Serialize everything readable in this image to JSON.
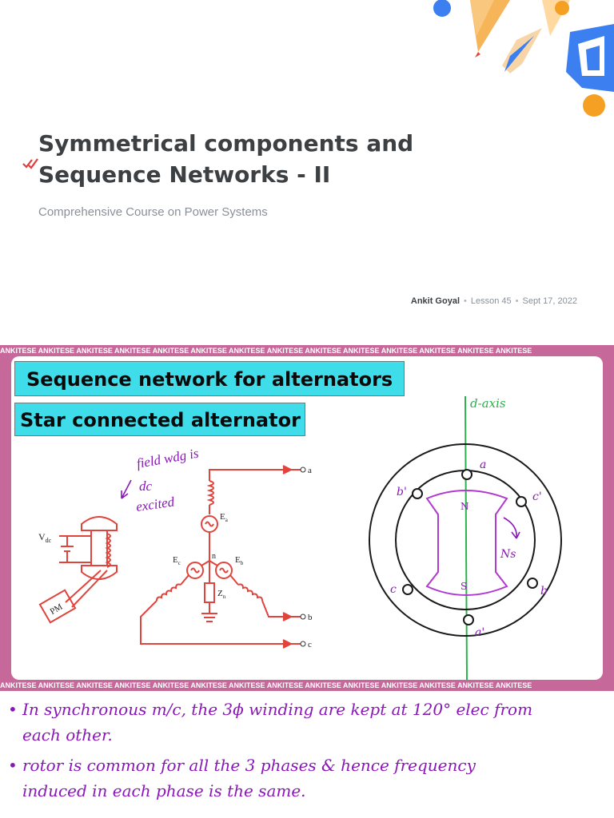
{
  "header": {
    "title_line1": "Symmetrical components and",
    "title_line2": "Sequence Networks - II",
    "subtitle": "Comprehensive Course on Power Systems",
    "author": "Ankit Goyal",
    "lesson": "Lesson 45",
    "date": "Sept 17, 2022",
    "separator": "•"
  },
  "slide": {
    "watermark": "ANKITESE ANKITESE ANKITESE ANKITESE ANKITESE ANKITESE ANKITESE ANKITESE ANKITESE ANKITESE ANKITESE ANKITESE ANKITESE ANKITESE",
    "heading1": "Sequence network for alternators",
    "heading2": "Star connected alternator",
    "left_diagram": {
      "handwritten": [
        "field wdg is",
        "dc",
        "excited"
      ],
      "labels": {
        "vdc": "V",
        "vdc_sub": "dc",
        "pm": "PM",
        "ea": "E",
        "ea_sub": "a",
        "eb": "E",
        "eb_sub": "b",
        "ec": "E",
        "ec_sub": "c",
        "n": "n",
        "zn": "Z",
        "zn_sub": "n",
        "a": "a",
        "b": "b",
        "c": "c"
      }
    },
    "right_diagram": {
      "axis_label": "d-axis",
      "terminals": [
        "a",
        "b'",
        "c'",
        "c",
        "b",
        "a'"
      ],
      "poles": [
        "N",
        "S"
      ],
      "speed": "Ns"
    }
  },
  "notes": [
    "In synchronous m/c, the 3ϕ winding are kept at 120° elec from",
    "each other.",
    "rotor is common for all the 3 phases & hence frequency",
    "induced in each phase is the same."
  ],
  "colors": {
    "title": "#3c4043",
    "subtitle": "#8a9099",
    "watermark_band": "#c7689b",
    "heading_bg": "#3fdcea",
    "circuit": "#e0443c",
    "ink": "#8a17b8",
    "axis": "#2bb24c"
  }
}
